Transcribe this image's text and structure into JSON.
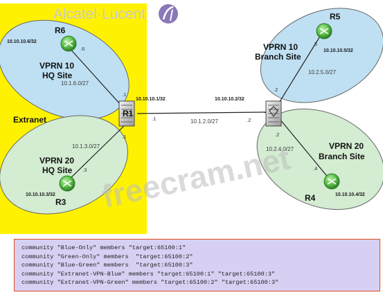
{
  "brand": {
    "name": "Alcatel·Lucent"
  },
  "watermark": "freecram.net",
  "extranet_label": "Extranet",
  "sites": {
    "vprn10_hq": {
      "line1": "VPRN 10",
      "line2": "HQ Site"
    },
    "vprn20_hq": {
      "line1": "VPRN 20",
      "line2": "HQ Site"
    },
    "vprn10_branch": {
      "line1": "VPRN 10",
      "line2": "Branch Site"
    },
    "vprn20_branch": {
      "line1": "VPRN 20",
      "line2": "Branch Site"
    }
  },
  "routers": {
    "r1": {
      "label": "R1",
      "loopback": "10.10.10.1/32"
    },
    "r2": {
      "loopback": "10.10.10.2/32"
    },
    "r3": {
      "label": "R3",
      "loopback": "10.10.10.3/32"
    },
    "r4": {
      "label": "R4",
      "loopback": "10.10.10.4/32"
    },
    "r5": {
      "label": "R5",
      "loopback": "10.10.10.5/32"
    },
    "r6": {
      "label": "R6",
      "loopback": "10.10.10.6/32"
    }
  },
  "links": {
    "r1_r6": {
      "subnet": "10.1.6.0/27",
      "r6_end": ".6",
      "r1_end": ".1"
    },
    "r1_r3": {
      "subnet": "10.1.3.0/27",
      "r1_end": ".1",
      "r3_end": ".3"
    },
    "r1_r2": {
      "subnet": "10.1.2.0/27",
      "r1_end": ".1",
      "r2_end": ".2"
    },
    "r2_r5": {
      "subnet": "10.2.5.0/27",
      "r5_end": ".5",
      "r2_end": ".2"
    },
    "r2_r4": {
      "subnet": "10.2.4.0/27",
      "r2_end": ".2",
      "r4_end": ".4"
    }
  },
  "config_lines": [
    "community \"Blue-Only\" members \"target:65100:1\"",
    "community \"Green-Only\" members  \"target:65100:2\"",
    "community \"Blue-Green\" members  \"target:65100:3\"",
    "community \"Extranet-VPN-Blue\" members \"target:65100:1\" \"target:65100:3\"",
    "community \"Extranet-VPN-Green\" members \"target:65100:2\" \"target:65100:3\""
  ],
  "colors": {
    "extranet_fill": "#fff200",
    "blue_site": "#bfe0f3",
    "green_site": "#d3ecd2",
    "router_green": "#5fc24c",
    "config_bg": "#d7d0f3",
    "config_border": "#e44c1a"
  }
}
